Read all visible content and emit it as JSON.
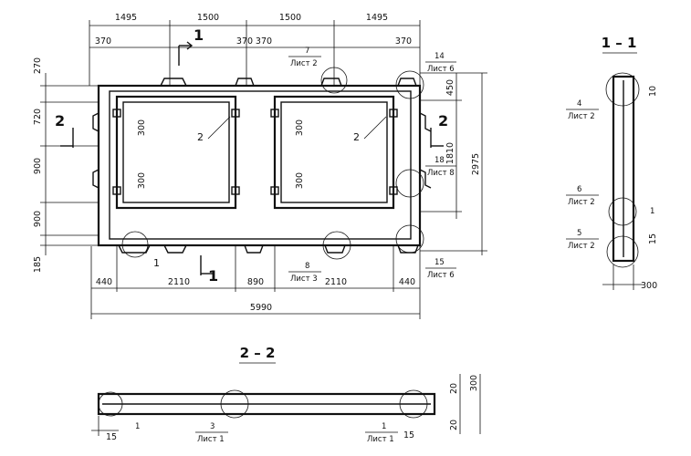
{
  "top_dims": [
    "1495",
    "1500",
    "1500",
    "1495"
  ],
  "sub_dims_top": [
    "370",
    "370",
    "370",
    "370"
  ],
  "bottom_dims": [
    "440",
    "2110",
    "890",
    "2110",
    "440"
  ],
  "overall_width": "5990",
  "left_dims": [
    "270",
    "720",
    "900",
    "900",
    "185"
  ],
  "right_dims": [
    "450",
    "1810",
    "2975"
  ],
  "opening_dims": [
    "300",
    "300",
    "300",
    "300"
  ],
  "marks": {
    "two": "2",
    "one": "1",
    "four": "4",
    "five": "5",
    "six": "6"
  },
  "callouts": {
    "c7": {
      "num": "7",
      "sheet": "Лист 2"
    },
    "c14": {
      "num": "14",
      "sheet": "Лист 6"
    },
    "c18": {
      "num": "18",
      "sheet": "Лист 8"
    },
    "c8": {
      "num": "8",
      "sheet": "Лист 3"
    },
    "c15": {
      "num": "15",
      "sheet": "Лист 6"
    },
    "c4": {
      "num": "4",
      "sheet": "Лист 2"
    },
    "c6": {
      "num": "6",
      "sheet": "Лист 2"
    },
    "c5": {
      "num": "5",
      "sheet": "Лист 2"
    },
    "c3": {
      "num": "3",
      "sheet": "Лист 1"
    },
    "c1": {
      "num": "1",
      "sheet": "Лист 1"
    }
  },
  "section_11": {
    "title": "1 – 1",
    "dim_top": "10",
    "dim_mid": "15",
    "dim_width": "300"
  },
  "section_22": {
    "title": "2 – 2",
    "dims_right": [
      "20",
      "300",
      "20"
    ],
    "dim_left": "15",
    "dim_mid": "15",
    "mark": "1"
  }
}
